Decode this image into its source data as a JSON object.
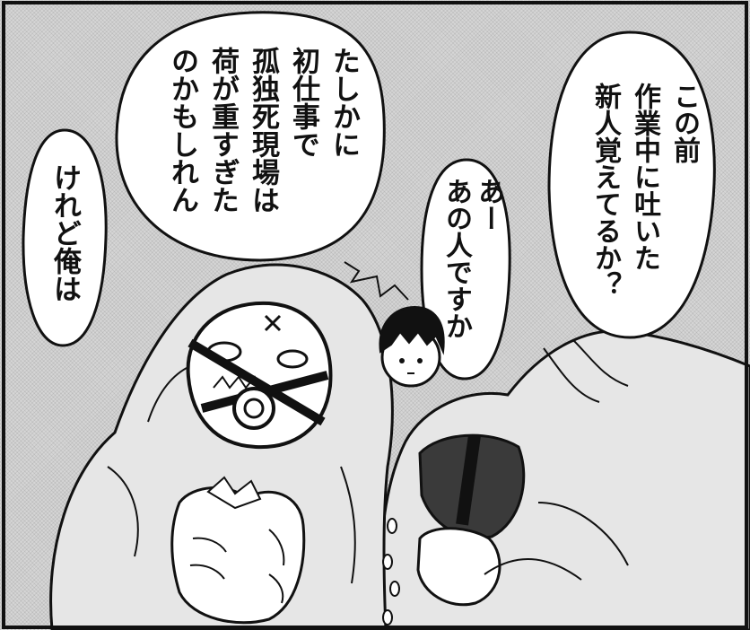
{
  "bubbles": [
    {
      "lines": [
        "この前",
        "作業中に吐いた",
        "新人覚えてるか？"
      ]
    },
    {
      "lines": [
        "あー",
        "あの人ですか"
      ]
    },
    {
      "lines": [
        "たしかに",
        "初仕事で",
        "孤独死現場は",
        "荷が重すぎた",
        "のかもしれん"
      ]
    },
    {
      "lines": [
        "けれど俺は"
      ]
    }
  ],
  "colors": {
    "ink": "#111111",
    "paper": "#ffffff",
    "screentone": "#d6d6d6",
    "suit": "#e6e6e6"
  }
}
